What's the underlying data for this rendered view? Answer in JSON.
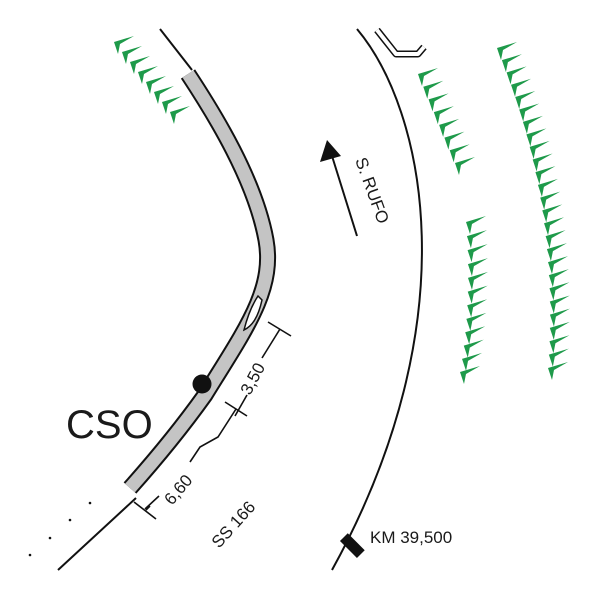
{
  "labels": {
    "direction": "S. RUFO",
    "location": "CSO",
    "dim_upper": "3,50",
    "dim_lower": "6,60",
    "road": "SS 166",
    "kilometer": "KM 39,500"
  },
  "colors": {
    "vegetation": "#1e9a4a",
    "lane": "#c4c4c4",
    "line": "#111111"
  },
  "icons": {
    "arrow": "arrow-up-left-icon",
    "marker": "km-marker-icon",
    "point": "point-marker-icon"
  }
}
